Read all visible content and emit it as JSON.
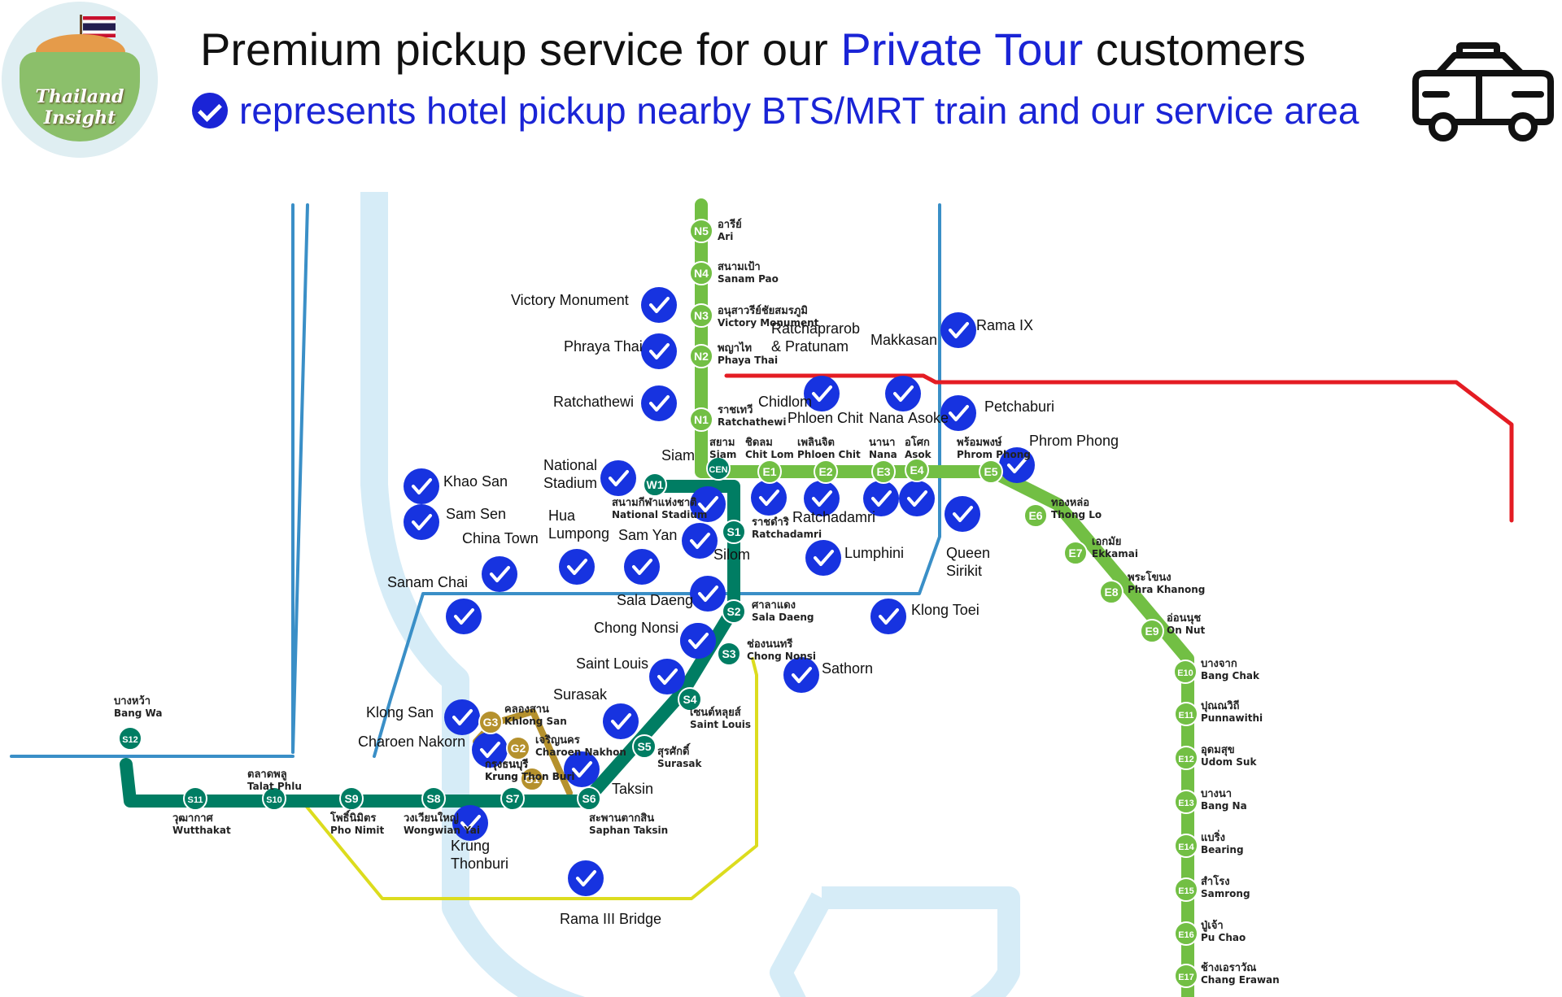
{
  "header": {
    "title_before": "Premium pickup service for our ",
    "title_accent": "Private Tour",
    "title_after": " customers",
    "subtitle": "represents hotel pickup nearby BTS/MRT train and our service area",
    "logo_line1": "Thailand",
    "logo_line2": "Insight",
    "taxi_icon": "taxi-icon",
    "check_icon": "check-circle-icon"
  },
  "colors": {
    "accent": "#1a24d6",
    "check": "#1733e0",
    "sukhumvit_line": "#72bf44",
    "silom_line": "#007d63",
    "mrt_blue": "#3a8fc7",
    "arl_red": "#e41c23",
    "gold_line": "#b5912d",
    "yellow_line": "#dcdc1e",
    "river": "#d6ecf7"
  },
  "map": {
    "pickup_labels": [
      "Victory Monument",
      "Phraya Thai",
      "Ratchathewi",
      "Ratchaprarob\n& Pratunam",
      "Makkasan",
      "Rama IX",
      "Petchaburi",
      "Chidlom",
      "Phloen Chit",
      "Nana",
      "Asoke",
      "Phrom Phong",
      "Siam",
      "National\nStadium",
      "Khao San",
      "Sam Sen",
      "Hua\nLumpong",
      "Sam Yan",
      "China Town",
      "Ratchadamri",
      "Lumphini",
      "Queen\nSirikit",
      "Silom",
      "Sanam Chai",
      "Sala Daeng",
      "Klong Toei",
      "Chong Nonsi",
      "Saint Louis",
      "Sathorn",
      "Surasak",
      "Klong San",
      "Charoen Nakorn",
      "Taksin",
      "Krung\nThonburi",
      "Rama III Bridge"
    ],
    "stations": [
      {
        "code": "N5",
        "th": "อารีย์",
        "en": "Ari"
      },
      {
        "code": "N4",
        "th": "สนามเป้า",
        "en": "Sanam Pao"
      },
      {
        "code": "N3",
        "th": "อนุสาวรีย์ชัยสมรภูมิ",
        "en": "Victory Monument"
      },
      {
        "code": "N2",
        "th": "พญาไท",
        "en": "Phaya Thai"
      },
      {
        "code": "N1",
        "th": "ราชเทวี",
        "en": "Ratchathewi"
      },
      {
        "code": "CEN",
        "th": "สยาม",
        "en": "Siam"
      },
      {
        "code": "E1",
        "th": "ชิดลม",
        "en": "Chit Lom"
      },
      {
        "code": "E2",
        "th": "เพลินจิต",
        "en": "Phloen Chit"
      },
      {
        "code": "E3",
        "th": "นานา",
        "en": "Nana"
      },
      {
        "code": "E4",
        "th": "อโศก",
        "en": "Asok"
      },
      {
        "code": "E5",
        "th": "พร้อมพงษ์",
        "en": "Phrom Phong"
      },
      {
        "code": "E6",
        "th": "ทองหล่อ",
        "en": "Thong Lo"
      },
      {
        "code": "E7",
        "th": "เอกมัย",
        "en": "Ekkamai"
      },
      {
        "code": "E8",
        "th": "พระโขนง",
        "en": "Phra Khanong"
      },
      {
        "code": "E9",
        "th": "อ่อนนุช",
        "en": "On Nut"
      },
      {
        "code": "E10",
        "th": "บางจาก",
        "en": "Bang Chak"
      },
      {
        "code": "E11",
        "th": "ปุณณวิถี",
        "en": "Punnawithi"
      },
      {
        "code": "E12",
        "th": "อุดมสุข",
        "en": "Udom Suk"
      },
      {
        "code": "E13",
        "th": "บางนา",
        "en": "Bang Na"
      },
      {
        "code": "E14",
        "th": "แบริ่ง",
        "en": "Bearing"
      },
      {
        "code": "E15",
        "th": "สำโรง",
        "en": "Samrong"
      },
      {
        "code": "E16",
        "th": "ปู่เจ้า",
        "en": "Pu Chao"
      },
      {
        "code": "E17",
        "th": "ช้างเอราวัณ",
        "en": "Chang Erawan"
      },
      {
        "code": "W1",
        "th": "สนามกีฬาแห่งชาติ",
        "en": "National Stadium"
      },
      {
        "code": "S1",
        "th": "ราชดำริ",
        "en": "Ratchadamri"
      },
      {
        "code": "S2",
        "th": "ศาลาแดง",
        "en": "Sala Daeng"
      },
      {
        "code": "S3",
        "th": "ช่องนนทรี",
        "en": "Chong Nonsi"
      },
      {
        "code": "S4",
        "th": "เซนต์หลุยส์",
        "en": "Saint Louis"
      },
      {
        "code": "S5",
        "th": "สุรศักดิ์",
        "en": "Surasak"
      },
      {
        "code": "S6",
        "th": "สะพานตากสิน",
        "en": "Saphan Taksin"
      },
      {
        "code": "S7",
        "th": "กรุงธนบุรี",
        "en": "Krung Thon Buri"
      },
      {
        "code": "S8",
        "th": "วงเวียนใหญ่",
        "en": "Wongwian Yai"
      },
      {
        "code": "S9",
        "th": "โพธิ์นิมิตร",
        "en": "Pho Nimit"
      },
      {
        "code": "S10",
        "th": "ตลาดพลู",
        "en": "Talat Phlu"
      },
      {
        "code": "S11",
        "th": "วุฒากาศ",
        "en": "Wutthakat"
      },
      {
        "code": "S12",
        "th": "บางหว้า",
        "en": "Bang Wa"
      },
      {
        "code": "G1",
        "th": "กรุงธนบุรี",
        "en": "Krung Thon Buri"
      },
      {
        "code": "G2",
        "th": "เจริญนคร",
        "en": "Charoen Nakhon"
      },
      {
        "code": "G3",
        "th": "คลองสาน",
        "en": "Khlong San"
      }
    ]
  }
}
